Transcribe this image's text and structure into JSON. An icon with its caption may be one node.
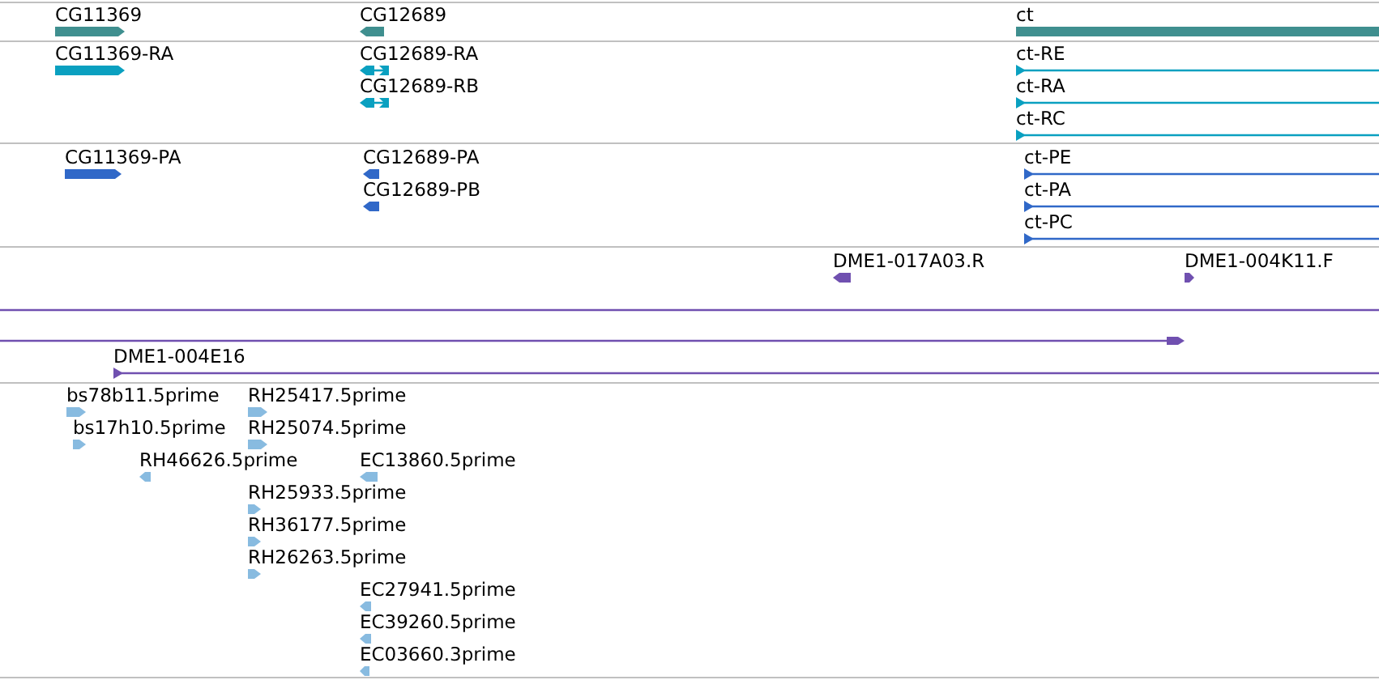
{
  "diagram": {
    "labels": [
      "CG11369",
      "CG12689",
      "ct",
      "CG11369-RA",
      "CG12689-RA",
      "CG12689-RB",
      "ct-RE",
      "ct-RA",
      "ct-RC",
      "CG11369-PA",
      "CG12689-PA",
      "CG12689-PB",
      "ct-PE",
      "ct-PA",
      "ct-PC",
      "DME1-017A03.R",
      "DME1-004K11.F",
      "DME1-004E16",
      "bs78b11.5prime",
      "RH25417.5prime",
      "bs17h10.5prime",
      "RH25074.5prime",
      "RH46626.5prime",
      "EC13860.5prime",
      "RH25933.5prime",
      "RH36177.5prime",
      "RH26263.5prime",
      "EC27941.5prime",
      "EC39260.5prime",
      "EC03660.3prime"
    ]
  }
}
